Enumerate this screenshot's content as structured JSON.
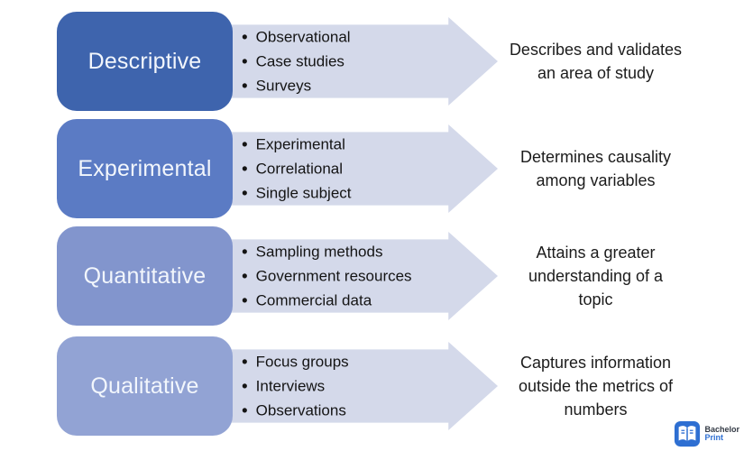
{
  "rows": [
    {
      "category": "Descriptive",
      "color": "#3e64ad",
      "bullets": [
        "Observational",
        "Case studies",
        "Surveys"
      ],
      "description": "Describes and validates\nan area of study"
    },
    {
      "category": "Experimental",
      "color": "#5b7bc4",
      "bullets": [
        "Experimental",
        "Correlational",
        "Single subject"
      ],
      "description": "Determines causality\namong variables"
    },
    {
      "category": "Quantitative",
      "color": "#8295cd",
      "bullets": [
        "Sampling methods",
        "Government resources",
        "Commercial data"
      ],
      "description": "Attains a greater\nunderstanding of a\ntopic"
    },
    {
      "category": "Qualitative",
      "color": "#92a3d4",
      "bullets": [
        "Focus groups",
        "Interviews",
        "Observations"
      ],
      "description": "Captures information\noutside the metrics of\nnumbers"
    }
  ],
  "colors": {
    "arrow": "#d4d9ea",
    "logo_icon": "#2e6fd2",
    "logo_text_dark": "#333a45",
    "logo_text_blue": "#2e6fd2"
  },
  "logo": {
    "line1": "Bachelor",
    "line2": "Print"
  }
}
